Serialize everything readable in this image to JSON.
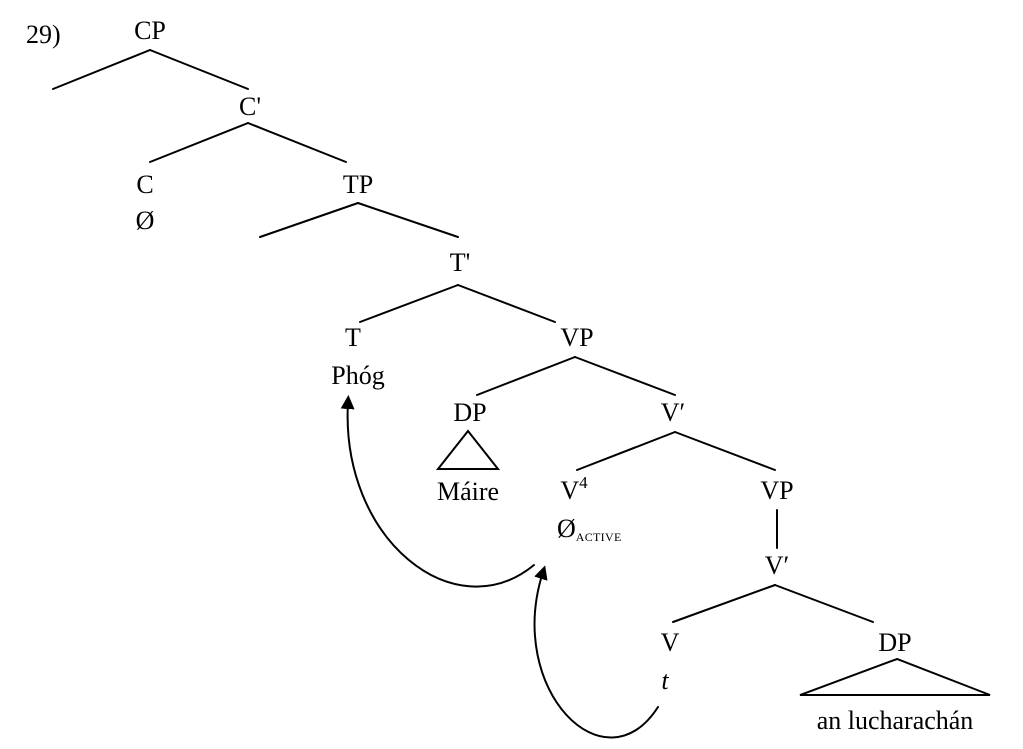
{
  "example_number": "29)",
  "nodes": {
    "cp": "CP",
    "c_bar": "C'",
    "c": "C",
    "c_null": "Ø",
    "tp": "TP",
    "t_bar": "T'",
    "t": "T",
    "t_word": "Phóg",
    "vp_upper": "VP",
    "dp_subject": "DP",
    "dp_subject_word": "Máire",
    "v_bar_upper": "V′",
    "v_little": "V",
    "v_little_sup": "4",
    "v_little_null": "Ø",
    "v_little_sub": "ACTIVE",
    "vp_lower": "VP",
    "v_bar_lower": "V′",
    "v_lower": "V",
    "trace": "t",
    "dp_object": "DP",
    "dp_object_words": "an lucharachán"
  }
}
